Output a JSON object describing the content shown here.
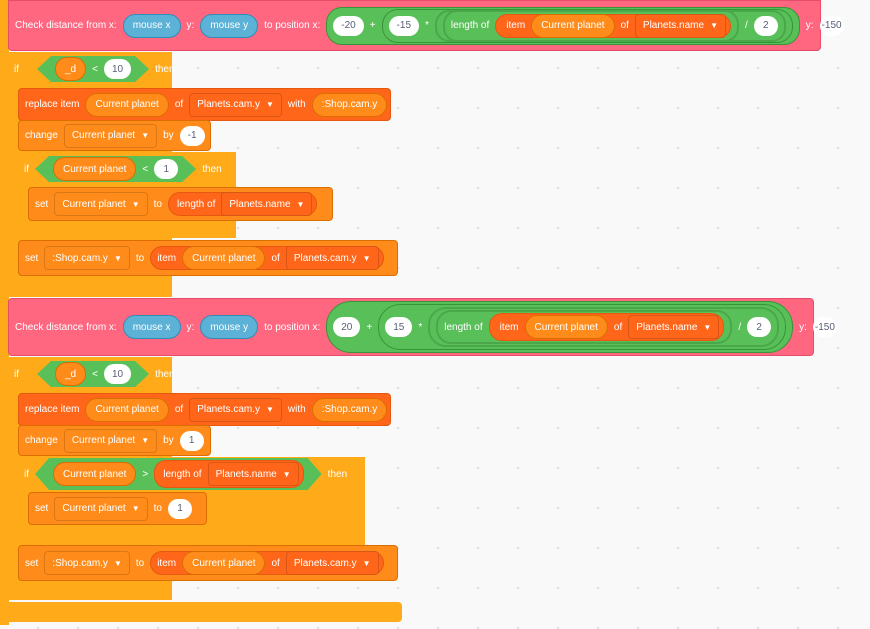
{
  "colors": {
    "custom": "#ff6680",
    "control": "#ffab19",
    "list": "#ff661a",
    "variable": "#ff8c1a",
    "operator": "#59c059",
    "sensing": "#5cb1d6"
  },
  "labels": {
    "check": "Check distance from x:",
    "y": "y:",
    "to_pos": "to position x:",
    "plus": "+",
    "times": "*",
    "length_of": "length of",
    "item": "item",
    "of": "of",
    "div": "/",
    "if": "if",
    "then": "then",
    "lt": "<",
    "gt": ">",
    "replace": "replace item",
    "with": "with",
    "change": "change",
    "by": "by",
    "set": "set",
    "to": "to",
    "mouse_x": "mouse x",
    "mouse_y": "mouse y",
    "d": "_d",
    "current_planet": "Current planet",
    "planets_name": "Planets.name",
    "planets_cam_y": "Planets.cam.y",
    "shop_cam_y": ":Shop.cam.y"
  },
  "script1": {
    "x_base": "-20",
    "x_step": "-15",
    "divisor": "2",
    "y": "-150",
    "if_value": "10",
    "change_by": "-1",
    "inner_if_value": "1"
  },
  "script2": {
    "x_base": "20",
    "x_step": "15",
    "divisor": "2",
    "y": "-150",
    "if_value": "10",
    "change_by": "1",
    "set_value": "1"
  }
}
